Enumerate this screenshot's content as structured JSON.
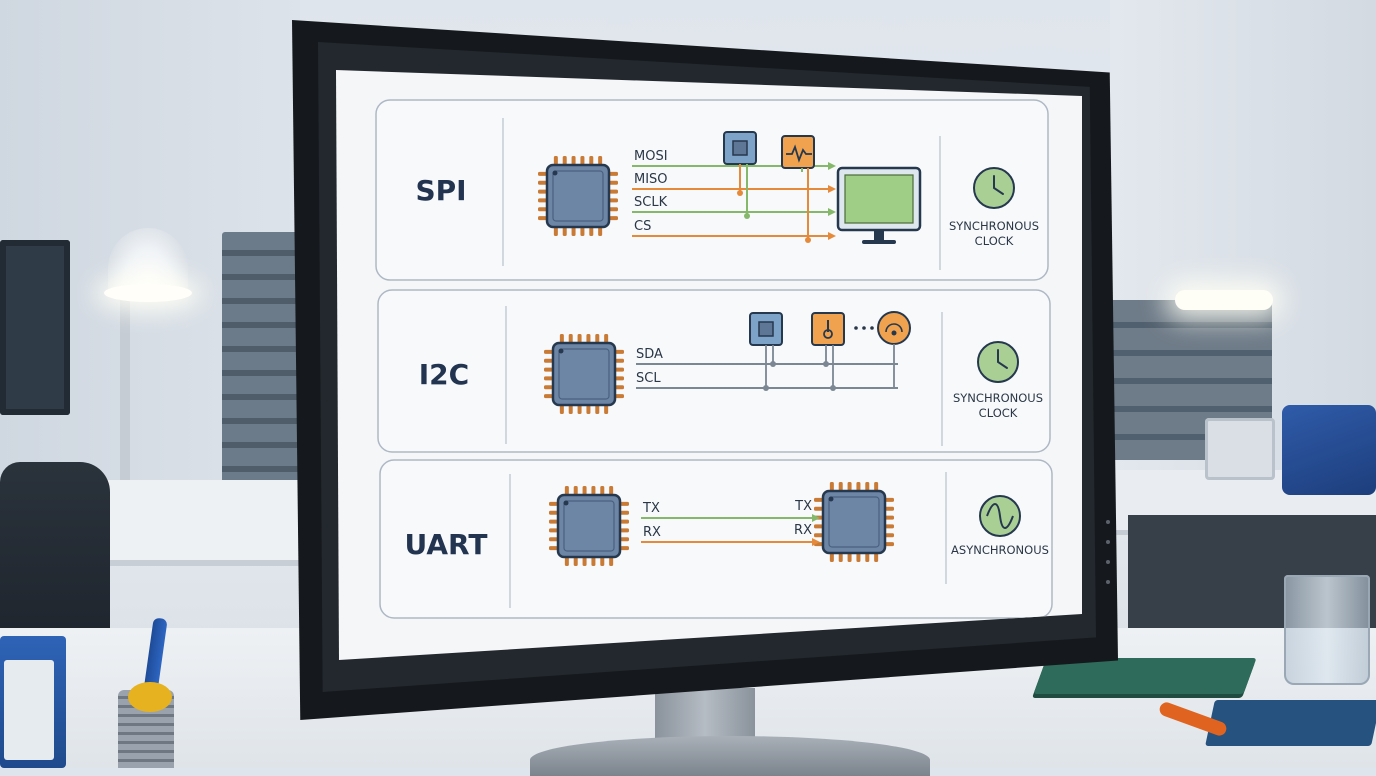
{
  "screen": {
    "panels": [
      {
        "protocol": "SPI",
        "signals": [
          "MOSI",
          "MISO",
          "SCLK",
          "CS"
        ],
        "timing_line1": "SYNCHRONOUS",
        "timing_line2": "CLOCK",
        "timing_icon": "clock-icon"
      },
      {
        "protocol": "I2C",
        "signals": [
          "SDA",
          "SCL"
        ],
        "timing_line1": "SYNCHRONOUS",
        "timing_line2": "CLOCK",
        "timing_icon": "clock-icon"
      },
      {
        "protocol": "UART",
        "signals_left": [
          "TX",
          "RX"
        ],
        "signals_right": [
          "TX",
          "RX"
        ],
        "timing_line1": "ASYNCHRONOUS",
        "timing_icon": "sine-wave-icon"
      }
    ]
  },
  "colors": {
    "chip": "#6e86a6",
    "chip_border": "#26384e",
    "pin": "#c97a35",
    "green_line": "#86b86c",
    "orange_line": "#e58a3a",
    "gray_line": "#7c8794",
    "peripheral_orange": "#f0a24e",
    "peripheral_blue": "#7da3c9",
    "display_green": "#9fce86",
    "clock_fill": "#a9cf95"
  }
}
